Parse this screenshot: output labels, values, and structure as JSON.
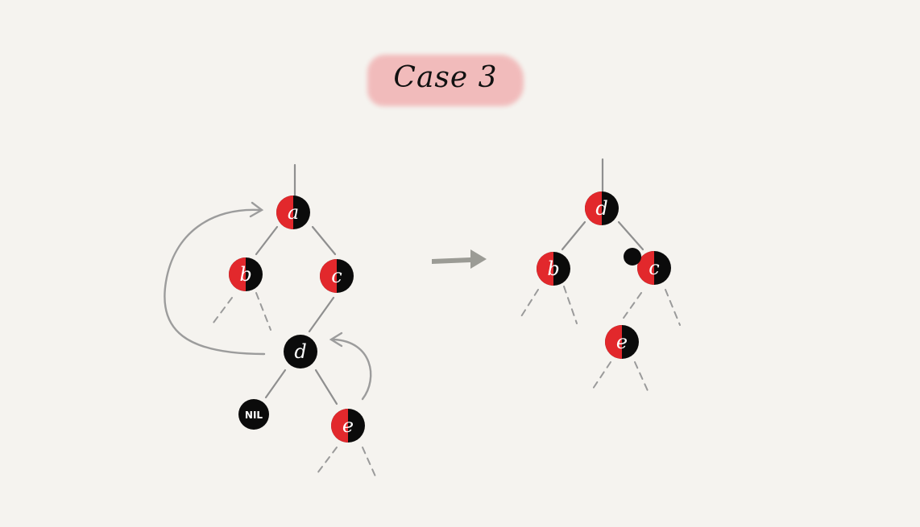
{
  "title": "Case 3",
  "colors": {
    "red": "#e2282c",
    "black": "#0b0b0b",
    "title_highlight": "#f1b9b9",
    "edge": "#8f8f8f",
    "background": "#f5f3ef"
  },
  "before_tree": {
    "nodes": [
      {
        "id": "a",
        "label": "a",
        "color": "red-black"
      },
      {
        "id": "b",
        "label": "b",
        "color": "red-black"
      },
      {
        "id": "c",
        "label": "c",
        "color": "red-black"
      },
      {
        "id": "d",
        "label": "d",
        "color": "black"
      },
      {
        "id": "nil",
        "label": "NIL",
        "color": "black"
      },
      {
        "id": "e",
        "label": "e",
        "color": "red-black"
      }
    ]
  },
  "after_tree": {
    "nodes": [
      {
        "id": "d",
        "label": "d",
        "color": "red-black"
      },
      {
        "id": "b",
        "label": "b",
        "color": "red-black"
      },
      {
        "id": "c",
        "label": "c",
        "color": "red-black"
      },
      {
        "id": "e",
        "label": "e",
        "color": "red-black"
      }
    ]
  },
  "transition_arrow": "right-arrow-icon"
}
